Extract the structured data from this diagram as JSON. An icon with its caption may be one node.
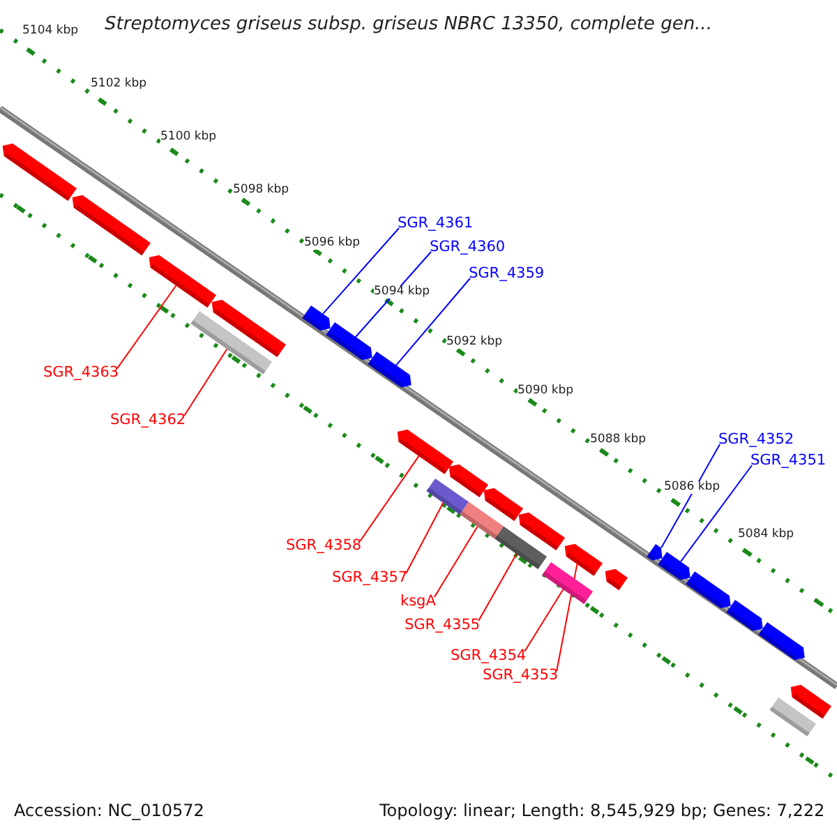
{
  "diagram": {
    "title": "Streptomyces griseus subsp. griseus NBRC 13350, complete gen...",
    "nodes": [
      {
        "text": [
          "SGR_4361"
        ]
      },
      {
        "text": [
          "SGR_4360"
        ]
      },
      {
        "text": [
          "SGR_4359"
        ]
      },
      {
        "text": [
          "SGR_4363"
        ]
      },
      {
        "text": [
          "SGR_4362"
        ]
      },
      {
        "text": [
          "SGR_4352"
        ]
      },
      {
        "text": [
          "SGR_4351"
        ]
      },
      {
        "text": [
          "SGR_4358"
        ]
      },
      {
        "text": [
          "SGR_4357"
        ]
      },
      {
        "text": [
          "ksgA"
        ]
      },
      {
        "text": [
          "SGR_4355"
        ]
      },
      {
        "text": [
          "SGR_4354"
        ]
      },
      {
        "text": [
          "SGR_4353"
        ]
      },
      {
        "text": [],
        "shape": "arrow"
      },
      {
        "text": [],
        "shape": "arrow"
      },
      {
        "text": [],
        "shape": "arrow"
      },
      {
        "text": [],
        "shape": "bar"
      },
      {
        "text": [],
        "shape": "arrow"
      },
      {
        "text": [],
        "shape": "arrow"
      },
      {
        "text": [],
        "shape": "arrow"
      },
      {
        "text": [],
        "shape": "arrow"
      },
      {
        "text": [],
        "shape": "arrow"
      },
      {
        "text": [],
        "shape": "bar"
      },
      {
        "text": [],
        "shape": "arrow"
      },
      {
        "text": [],
        "shape": "bar"
      },
      {
        "text": [],
        "shape": "arrow"
      },
      {
        "text": [],
        "shape": "bar"
      },
      {
        "text": [],
        "shape": "arrow"
      },
      {
        "text": [],
        "shape": "bar"
      },
      {
        "text": [],
        "shape": "arrow"
      },
      {
        "text": [],
        "shape": "arrow"
      },
      {
        "text": [],
        "shape": "arrow"
      },
      {
        "text": [],
        "shape": "arrow"
      },
      {
        "text": [],
        "shape": "arrow"
      },
      {
        "text": [],
        "shape": "arrow"
      },
      {
        "text": [],
        "shape": "arrow"
      },
      {
        "text": [],
        "shape": "bar"
      },
      {
        "text": [],
        "shape": "arrow"
      }
    ],
    "edges": [
      {
        "from": 0,
        "to": 18,
        "arrow": "none",
        "color": "#0000ff"
      },
      {
        "from": 1,
        "to": 19,
        "arrow": "none",
        "color": "#0000ff"
      },
      {
        "from": 2,
        "to": 20,
        "arrow": "none",
        "color": "#0000ff"
      },
      {
        "from": 3,
        "to": 15,
        "arrow": "none"
      },
      {
        "from": 4,
        "to": 16,
        "arrow": "none"
      },
      {
        "from": 5,
        "to": 31,
        "arrow": "none",
        "color": "#0000ff"
      },
      {
        "from": 6,
        "to": 32,
        "arrow": "none",
        "color": "#0000ff"
      },
      {
        "from": 7,
        "to": 21,
        "arrow": "none"
      },
      {
        "from": 8,
        "to": 22,
        "arrow": "none"
      },
      {
        "from": 9,
        "to": 24,
        "arrow": "none"
      },
      {
        "from": 10,
        "to": 26,
        "arrow": "none"
      },
      {
        "from": 11,
        "to": 28,
        "arrow": "none"
      },
      {
        "from": 12,
        "to": 29,
        "arrow": "none"
      }
    ],
    "labels": [
      "5104 kbp",
      "5102 kbp",
      "5100 kbp",
      "5098 kbp",
      "5096 kbp",
      "5094 kbp",
      "5092 kbp",
      "5090 kbp",
      "5088 kbp",
      "5086 kbp",
      "5084 kbp",
      "Accession: NC_010572",
      "Topology: linear; Length: 8,545,929 bp; Genes: 7,222"
    ]
  }
}
